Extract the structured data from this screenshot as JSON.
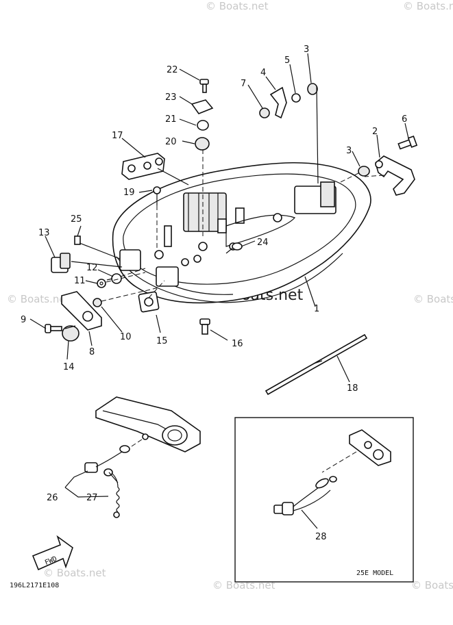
{
  "callouts": [
    {
      "id": "c1",
      "label": "1"
    },
    {
      "id": "c2",
      "label": "2"
    },
    {
      "id": "c3a",
      "label": "3"
    },
    {
      "id": "c3b",
      "label": "3"
    },
    {
      "id": "c4",
      "label": "4"
    },
    {
      "id": "c5",
      "label": "5"
    },
    {
      "id": "c6",
      "label": "6"
    },
    {
      "id": "c7",
      "label": "7"
    },
    {
      "id": "c8",
      "label": "8"
    },
    {
      "id": "c9",
      "label": "9"
    },
    {
      "id": "c10",
      "label": "10"
    },
    {
      "id": "c11",
      "label": "11"
    },
    {
      "id": "c12",
      "label": "12"
    },
    {
      "id": "c13",
      "label": "13"
    },
    {
      "id": "c14",
      "label": "14"
    },
    {
      "id": "c15",
      "label": "15"
    },
    {
      "id": "c16",
      "label": "16"
    },
    {
      "id": "c17",
      "label": "17"
    },
    {
      "id": "c18",
      "label": "18"
    },
    {
      "id": "c19",
      "label": "19"
    },
    {
      "id": "c20",
      "label": "20"
    },
    {
      "id": "c21",
      "label": "21"
    },
    {
      "id": "c22",
      "label": "22"
    },
    {
      "id": "c23",
      "label": "23"
    },
    {
      "id": "c24",
      "label": "24"
    },
    {
      "id": "c25",
      "label": "25"
    },
    {
      "id": "c26",
      "label": "26"
    },
    {
      "id": "c27",
      "label": "27"
    },
    {
      "id": "c28",
      "label": "28"
    }
  ],
  "inset_label": "25E  MODEL",
  "fwd_label": "FWD",
  "diagram_code": "196L2171E108",
  "watermark": "© Boats.net"
}
